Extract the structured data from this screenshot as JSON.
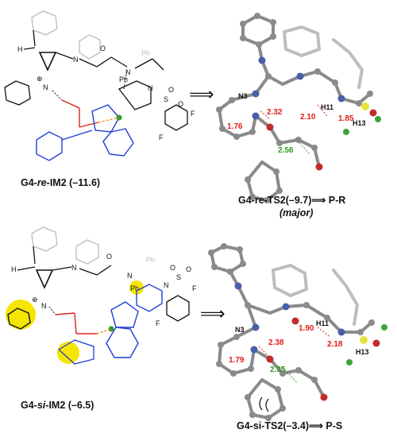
{
  "colors": {
    "bond": "#111111",
    "ghost": "#bdbdbd",
    "blue": "#1f3fd6",
    "red": "#e0201b",
    "green": "#2f9a1f",
    "orange": "#f08a24",
    "highlight": "#f5e600",
    "ball": "#8a8a8a",
    "n_ball": "#4a5fa8",
    "o_ball": "#c42a2a",
    "s_ball": "#e7e23a",
    "f_ball": "#3aa53a"
  },
  "top": {
    "im_caption": {
      "prefix": "G4-",
      "stereo": "re",
      "suffix": "-IM2 (–11.6)"
    },
    "ts_caption": "G4-re-TS2(–9.7)⟹ P-R",
    "ts_caption_italic": "(major)",
    "arrow": "⟹",
    "atom_labels": {
      "h": "H",
      "n": "N",
      "ph1": "Ph",
      "ph2": "Ph",
      "o": "O",
      "s": "S",
      "f1": "F",
      "f2": "F",
      "plus": "⊕"
    },
    "ts_labels": {
      "n3": "N3",
      "h11": "H11",
      "h13": "H13"
    },
    "distances_red": [
      "2.32",
      "1.76",
      "2.10",
      "1.85"
    ],
    "distances_green": [
      "2.56"
    ]
  },
  "bottom": {
    "im_caption": {
      "prefix": "G4-",
      "stereo": "si",
      "suffix": "-IM2 (–6.5)"
    },
    "ts_caption": "G4-si-TS2(–3.4)⟹ P-S",
    "arrow": "⟹",
    "atom_labels": {
      "h": "H",
      "n": "N",
      "ph1": "Ph",
      "ph2": "Ph",
      "o": "O",
      "s": "S",
      "f1": "F",
      "f2": "F",
      "plus": "⊕"
    },
    "ts_labels": {
      "n3": "N3",
      "h11": "H11",
      "h13": "H13"
    },
    "distances_red": [
      "2.38",
      "1.79",
      "1.90",
      "2.18"
    ],
    "distances_green": [
      "2.35"
    ]
  }
}
